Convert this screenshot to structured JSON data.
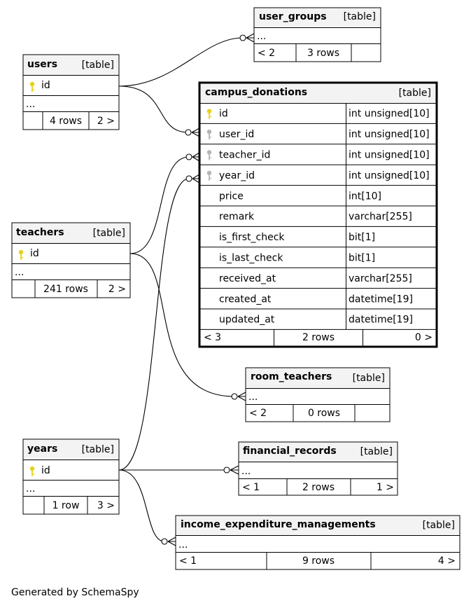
{
  "tables": {
    "user_groups": {
      "name": "user_groups",
      "kind": "[table]",
      "body": "...",
      "footer": {
        "left": "< 2",
        "mid": "3 rows",
        "right": ""
      }
    },
    "users": {
      "name": "users",
      "kind": "[table]",
      "pk": "id",
      "body": "...",
      "footer": {
        "left": "",
        "mid": "4 rows",
        "right": "2 >"
      }
    },
    "campus_donations": {
      "name": "campus_donations",
      "kind": "[table]",
      "columns": [
        {
          "name": "id",
          "type": "int unsigned[10]",
          "key": "primary"
        },
        {
          "name": "user_id",
          "type": "int unsigned[10]",
          "key": "foreign"
        },
        {
          "name": "teacher_id",
          "type": "int unsigned[10]",
          "key": "foreign"
        },
        {
          "name": "year_id",
          "type": "int unsigned[10]",
          "key": "foreign"
        },
        {
          "name": "price",
          "type": "int[10]",
          "key": ""
        },
        {
          "name": "remark",
          "type": "varchar[255]",
          "key": ""
        },
        {
          "name": "is_first_check",
          "type": "bit[1]",
          "key": ""
        },
        {
          "name": "is_last_check",
          "type": "bit[1]",
          "key": ""
        },
        {
          "name": "received_at",
          "type": "varchar[255]",
          "key": ""
        },
        {
          "name": "created_at",
          "type": "datetime[19]",
          "key": ""
        },
        {
          "name": "updated_at",
          "type": "datetime[19]",
          "key": ""
        }
      ],
      "footer": {
        "left": "< 3",
        "mid": "2 rows",
        "right": "0 >"
      }
    },
    "teachers": {
      "name": "teachers",
      "kind": "[table]",
      "pk": "id",
      "body": "...",
      "footer": {
        "left": "",
        "mid": "241 rows",
        "right": "2 >"
      }
    },
    "room_teachers": {
      "name": "room_teachers",
      "kind": "[table]",
      "body": "...",
      "footer": {
        "left": "< 2",
        "mid": "0 rows",
        "right": ""
      }
    },
    "years": {
      "name": "years",
      "kind": "[table]",
      "pk": "id",
      "body": "...",
      "footer": {
        "left": "",
        "mid": "1 row",
        "right": "3 >"
      }
    },
    "financial_records": {
      "name": "financial_records",
      "kind": "[table]",
      "body": "...",
      "footer": {
        "left": "< 1",
        "mid": "2 rows",
        "right": "1 >"
      }
    },
    "income_expenditure_managements": {
      "name": "income_expenditure_managements",
      "kind": "[table]",
      "body": "...",
      "footer": {
        "left": "< 1",
        "mid": "9 rows",
        "right": "4 >"
      }
    }
  },
  "colors": {
    "header_bg": "#f3f3f3",
    "primary_key": "#e6d21a",
    "foreign_key": "#b5b5b5",
    "line": "#000000"
  },
  "footer_text": "Generated by SchemaSpy"
}
